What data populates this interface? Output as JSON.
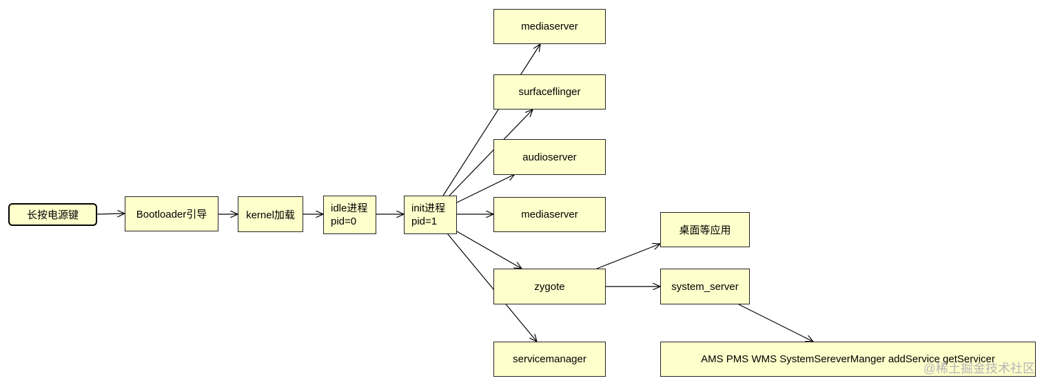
{
  "nodes": {
    "power": "长按电源键",
    "bootloader": "Bootloader引导",
    "kernel": "kernel加载",
    "idle": {
      "line1": "idle进程",
      "line2": "pid=0"
    },
    "init": {
      "line1": "init进程",
      "line2": "pid=1"
    },
    "mediaserver_top": "mediaserver",
    "surfaceflinger": "surfaceflinger",
    "audioserver": "audioserver",
    "mediaserver": "mediaserver",
    "zygote": "zygote",
    "servicemanager": "servicemanager",
    "apps": "桌面等应用",
    "system_server": "system_server",
    "services": "AMS PMS WMS SystemSereverManger addService getServicer"
  },
  "watermark": "@稀土掘金技术社区"
}
